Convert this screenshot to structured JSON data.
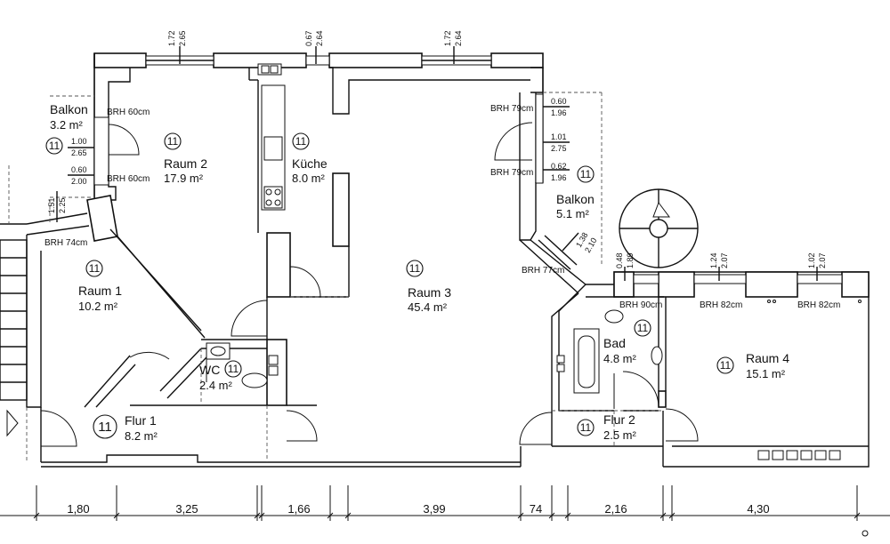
{
  "rooms": [
    {
      "id": "balkon-left",
      "name": "Balkon",
      "area": "3.2 m²"
    },
    {
      "id": "raum2",
      "name": "Raum 2",
      "area": "17.9 m²"
    },
    {
      "id": "kueche",
      "name": "Küche",
      "area": "8.0 m²"
    },
    {
      "id": "raum1",
      "name": "Raum 1",
      "area": "10.2 m²"
    },
    {
      "id": "raum3",
      "name": "Raum 3",
      "area": "45.4 m²"
    },
    {
      "id": "wc",
      "name": "WC",
      "area": "2.4 m²"
    },
    {
      "id": "flur1",
      "name": "Flur 1",
      "area": "8.2 m²"
    },
    {
      "id": "balkon-right",
      "name": "Balkon",
      "area": "5.1 m²"
    },
    {
      "id": "bad",
      "name": "Bad",
      "area": "4.8 m²"
    },
    {
      "id": "raum4",
      "name": "Raum 4",
      "area": "15.1 m²"
    },
    {
      "id": "flur2",
      "name": "Flur 2",
      "area": "2.5 m²"
    }
  ],
  "room_marker": "11",
  "brh_labels": [
    "BRH 60cm",
    "BRH 60cm",
    "BRH 74cm",
    "BRH 79cm",
    "BRH 79cm",
    "BRH 77cm",
    "BRH 90cm",
    "BRH 82cm",
    "BRH 82cm"
  ],
  "window_dims": [
    [
      "1.72",
      "2.65"
    ],
    [
      "0.67",
      "2.64"
    ],
    [
      "1.72",
      "2.64"
    ],
    [
      "1.00",
      "2.65"
    ],
    [
      "0.60",
      "2.00"
    ],
    [
      "1.51",
      "2.25"
    ],
    [
      "0.60",
      "1.96"
    ],
    [
      "1.01",
      "2.75"
    ],
    [
      "0.62",
      "1.96"
    ],
    [
      "1.38",
      "2.10"
    ],
    [
      "0.48",
      "1.89"
    ],
    [
      "1.24",
      "2.07"
    ],
    [
      "1.02",
      "2.07"
    ]
  ],
  "bottom_dimensions": [
    "1,80",
    "3,25",
    "1,66",
    "3,99",
    "74",
    "2,16",
    "4,30"
  ]
}
